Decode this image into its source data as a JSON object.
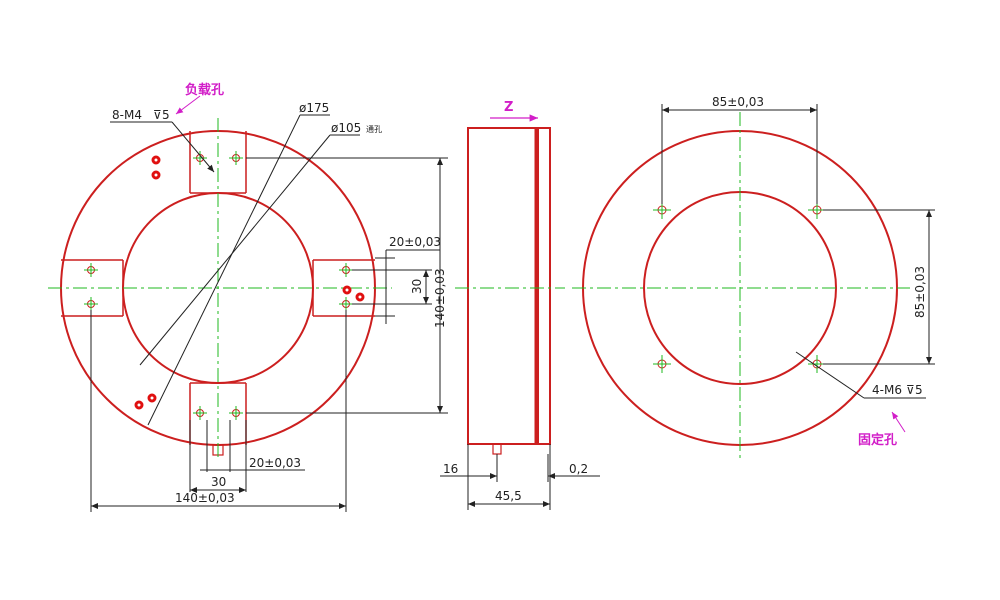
{
  "colors": {
    "outline": "#cc1f1f",
    "center_line": "#1fb81f",
    "dimension": "#222222",
    "callout": "#d21ec8",
    "marker": "#e01010"
  },
  "front_view": {
    "load_hole_label": "负载孔",
    "load_hole_spec": "8-M4",
    "load_hole_depth": "5",
    "outer_diameter": "ø175",
    "inner_diameter": "ø105",
    "inner_diameter_note": "通孔",
    "slot_width": "20±0,03",
    "slot_hole_spacing": "30",
    "hole_pitch": "140±0,03",
    "bottom_slot_width": "20±0,03",
    "bottom_spacing": "30",
    "overall_width": "140±0,03"
  },
  "side_view": {
    "axis_label": "Z",
    "left_offset": "16",
    "gap": "0,2",
    "thickness": "45,5"
  },
  "back_view": {
    "top_pitch": "85±0,03",
    "right_pitch": "85±0,03",
    "fixing_hole_spec": "4-M6",
    "fixing_hole_depth": "5",
    "fixing_hole_label": "固定孔"
  }
}
